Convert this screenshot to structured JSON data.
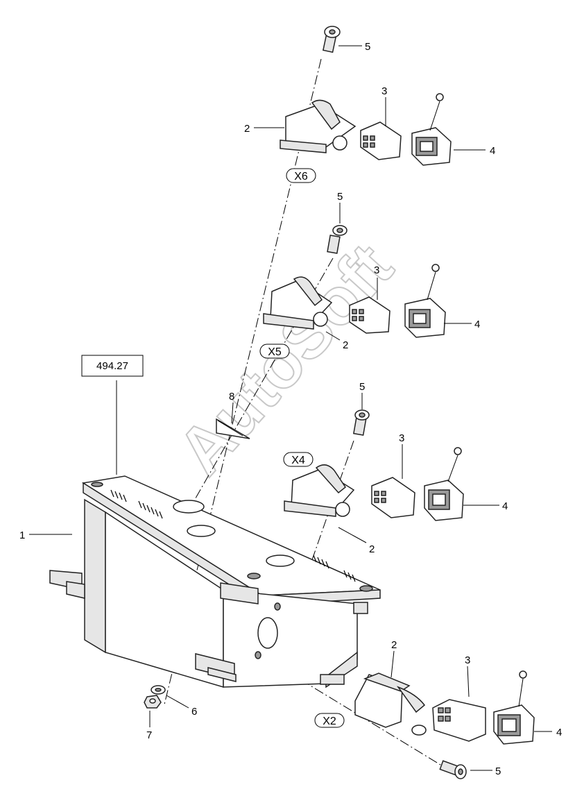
{
  "reference_box": "494.27",
  "watermark": "AutoSoft",
  "connectors": {
    "x6": "X6",
    "x5": "X5",
    "x4": "X4",
    "x2": "X2"
  },
  "callouts": {
    "housing": "1",
    "hood": "2",
    "insert": "3",
    "cover": "4",
    "screw": "5",
    "washer": "6",
    "nut": "7",
    "label": "8"
  }
}
